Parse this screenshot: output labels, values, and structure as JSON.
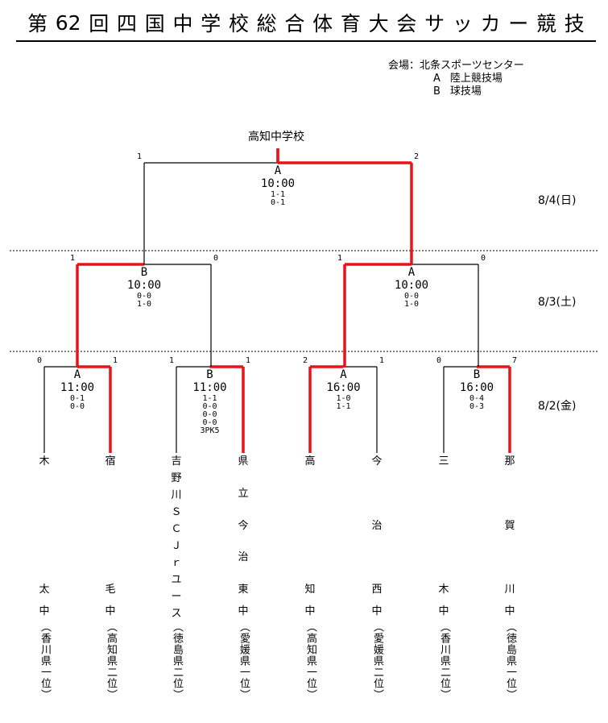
{
  "title_chars": [
    "第",
    "62",
    "回",
    "四",
    "国",
    "中",
    "学",
    "校",
    "総",
    "合",
    "体",
    "育",
    "大",
    "会",
    "サ",
    "ッ",
    "カ",
    "ー",
    "競",
    "技"
  ],
  "venue": {
    "label": "会場：",
    "name": "北条スポーツセンター",
    "courts": [
      {
        "code": "A",
        "name": "陸上競技場"
      },
      {
        "code": "B",
        "name": "球技場"
      }
    ]
  },
  "champion": "高知中学校",
  "dates": [
    "8/4(日)",
    "8/3(土)",
    "8/2(金)"
  ],
  "colors": {
    "winner_line": "#e8141a",
    "loser_line": "#000000"
  },
  "matches": {
    "final": {
      "court": "A",
      "time": "10:00",
      "scores": [
        "1-1",
        "0-1"
      ],
      "left_total": "1",
      "right_total": "2"
    },
    "semi_left": {
      "court": "B",
      "time": "10:00",
      "scores": [
        "0-0",
        "1-0"
      ],
      "left_total": "1",
      "right_total": "0"
    },
    "semi_right": {
      "court": "A",
      "time": "10:00",
      "scores": [
        "0-0",
        "1-0"
      ],
      "left_total": "1",
      "right_total": "0"
    },
    "qf1": {
      "court": "A",
      "time": "11:00",
      "scores": [
        "0-1",
        "0-0"
      ],
      "left_total": "0",
      "right_total": "1"
    },
    "qf2": {
      "court": "B",
      "time": "11:00",
      "scores": [
        "1-1",
        "0-0",
        "0-0",
        "0-0",
        "3PK5"
      ],
      "left_total": "1",
      "right_total": "1"
    },
    "qf3": {
      "court": "A",
      "time": "16:00",
      "scores": [
        "1-0",
        "1-1"
      ],
      "left_total": "2",
      "right_total": "1"
    },
    "qf4": {
      "court": "B",
      "time": "16:00",
      "scores": [
        "0-4",
        "0-3"
      ],
      "left_total": "0",
      "right_total": "7"
    }
  },
  "teams": [
    {
      "name": [
        "木",
        "太"
      ],
      "school": "中",
      "pref": "（香川県一位）"
    },
    {
      "name": [
        "宿",
        "毛"
      ],
      "school": "中",
      "pref": "（高知県二位）"
    },
    {
      "name": [
        "吉",
        "野",
        "川",
        "Ｓ",
        "Ｃ",
        "Ｊ",
        "ｒ",
        "ユ",
        "ー",
        "ス"
      ],
      "school": "",
      "pref": "（徳島県二位）"
    },
    {
      "name": [
        "県",
        "立",
        "今",
        "治",
        "東"
      ],
      "school": "中",
      "pref": "（愛媛県一位）"
    },
    {
      "name": [
        "高",
        "知"
      ],
      "school": "中",
      "pref": "（高知県一位）"
    },
    {
      "name": [
        "今",
        "治",
        "西"
      ],
      "school": "中",
      "pref": "（愛媛県二位）"
    },
    {
      "name": [
        "三",
        "木"
      ],
      "school": "中",
      "pref": "（香川県二位）"
    },
    {
      "name": [
        "那",
        "賀",
        "川"
      ],
      "school": "中",
      "pref": "（徳島県一位）"
    }
  ]
}
